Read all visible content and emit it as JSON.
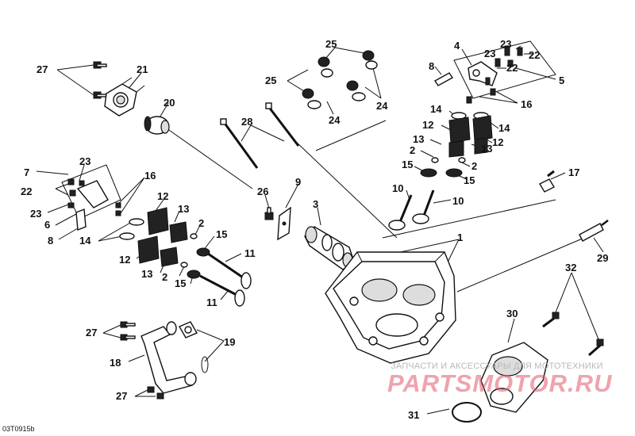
{
  "diagram_code": "03T0915b",
  "watermark": {
    "caption": "ЗАПЧАСТИ И АКСЕССУАРЫ ДЛЯ МОТОТЕХНИКИ",
    "brand": "PARTSMOTOR.RU"
  },
  "callouts": [
    "1",
    "2",
    "3",
    "4",
    "5",
    "6",
    "7",
    "8",
    "9",
    "10",
    "11",
    "12",
    "13",
    "14",
    "15",
    "16",
    "17",
    "18",
    "19",
    "20",
    "21",
    "22",
    "23",
    "24",
    "25",
    "26",
    "27",
    "28",
    "29",
    "30",
    "31",
    "32"
  ]
}
